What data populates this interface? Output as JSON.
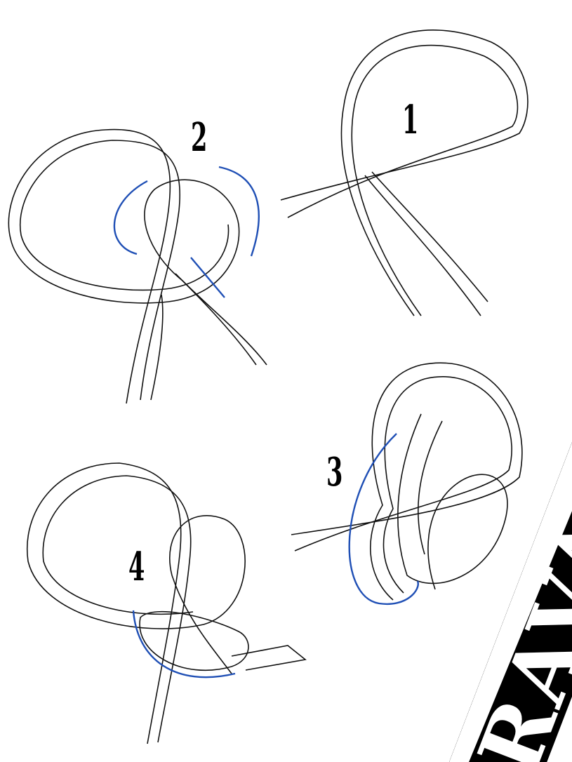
{
  "steps": [
    {
      "number": "1"
    },
    {
      "number": "2"
    },
    {
      "number": "3"
    },
    {
      "number": "4"
    }
  ],
  "banner_text": "RAVATÁ",
  "colors": {
    "arrow": "#1f4fb5",
    "line": "#111111"
  }
}
